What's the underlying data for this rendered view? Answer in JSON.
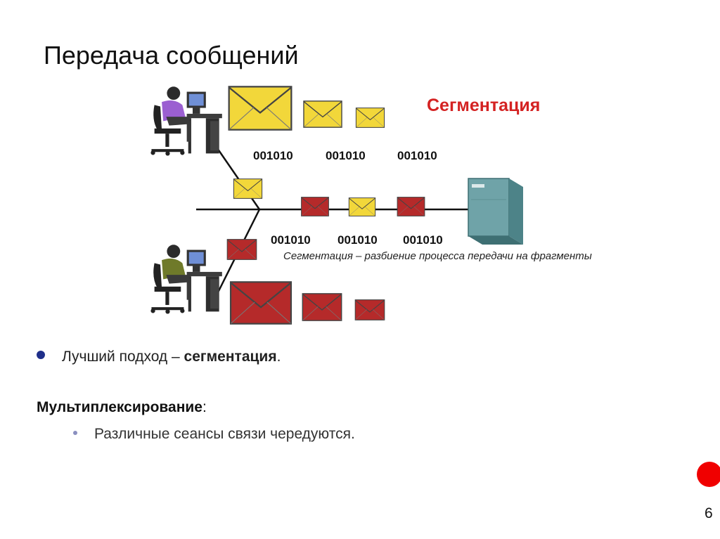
{
  "title": "Передача сообщений",
  "diagram": {
    "heading": "Сегментация",
    "bits_top": [
      "001010",
      "001010",
      "001010"
    ],
    "bits_bottom": [
      "001010",
      "001010",
      "001010"
    ],
    "caption": "Сегментация – разбиение  процесса передачи на фрагменты",
    "colors": {
      "yellow": "#f2d73a",
      "red": "#b52a2a",
      "server": "#6fa3a8",
      "line": "#111111"
    }
  },
  "bullet": {
    "prefix": "Лучший подход – ",
    "bold": "сегментация",
    "suffix": "."
  },
  "mux": {
    "bold": "Мультиплексирование",
    "suffix": ":"
  },
  "sub_bullet": "Различные сеансы связи чередуются.",
  "page_number": "6"
}
